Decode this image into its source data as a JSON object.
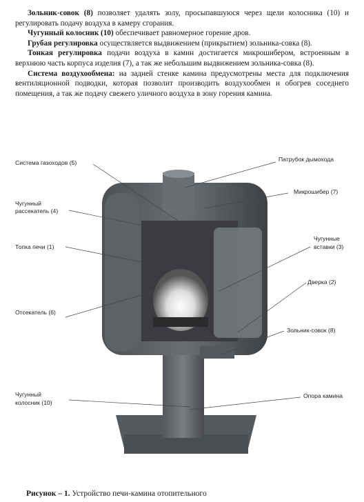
{
  "text": {
    "p1_b": "Зольник-совок (8)",
    "p1_t": " позволяет удалять золу, просыпавшуюся через щели колосника (10) и регулировать подачу воздуха в камеру сгорания.",
    "p2_b": "Чугунный колосник (10)",
    "p2_t": " обеспечивает равномерное горение дров.",
    "p3_b": "Грубая регулировка",
    "p3_t": " осуществляется выдвижением (прикрытием) зольника-совка (8).",
    "p4_b": "Тонкая регулировка",
    "p4_t": " подачи воздуха в камин достигается микрошибером, встроенным в верхнюю часть корпуса изделия (7), а так же небольшим выдвижением зольника-совка (8).",
    "p5_b": "Система воздухообмена:",
    "p5_t": " на задней стенке камина предусмотрены места для подключения вентиляционной подводки, которая позволит производить воздухообмен и обогрев соседнего помещения, а так же подачу свежего уличного воздуха в зону горения камина."
  },
  "labels": {
    "l_gas": "Система газоходов (5)",
    "l_rass1": "Чугунный",
    "l_rass2": "рассекатель (4)",
    "l_topka": "Топка печи (1)",
    "l_otsek": "Отсекатель (6)",
    "l_kolos1": "Чугунный",
    "l_kolos2": "колосник (10)",
    "r_patr": "Патрубок дымохода",
    "r_mikro": "Микрошибер (7)",
    "r_vst1": "Чугунные",
    "r_vst2": "вставки (3)",
    "r_dver": "Дверка (2)",
    "r_zol": "Зольник-совок (8)",
    "r_opora": "Опора камина"
  },
  "caption": {
    "bold": "Рисунок – 1.",
    "text": " Устройство печи-камина отопительного"
  }
}
